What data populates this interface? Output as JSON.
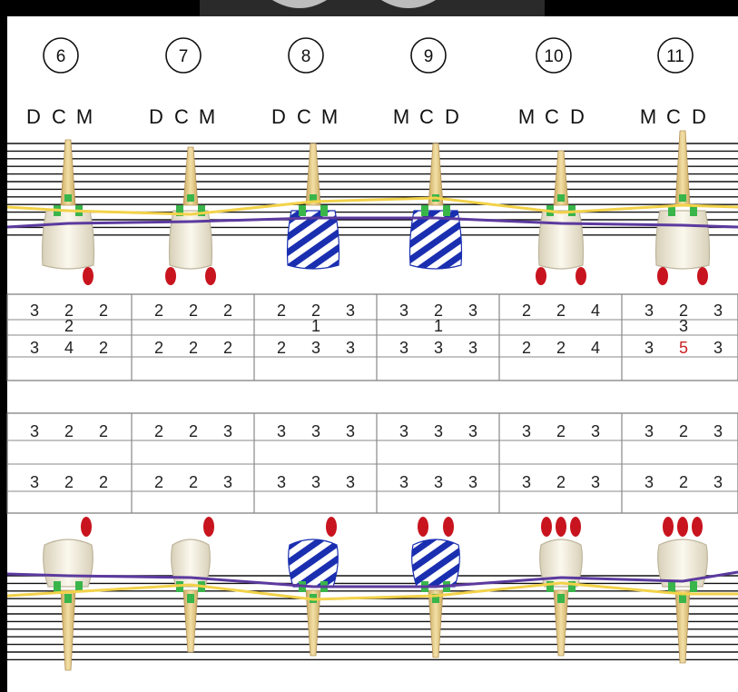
{
  "teeth": [
    {
      "number": "6",
      "letters": [
        "D",
        "C",
        "M"
      ],
      "upper": [
        "3",
        "2",
        "2"
      ],
      "upper_mid": [
        "",
        "2",
        ""
      ],
      "upper_low": [
        "3",
        "4",
        "2"
      ],
      "upper_extra": "",
      "lower_top": [
        "3",
        "2",
        "2"
      ],
      "lower_bottom": [
        "3",
        "2",
        "2"
      ],
      "upper_implant": false,
      "lower_implant": false,
      "upper_bleed": 1,
      "lower_bleed": 1
    },
    {
      "number": "7",
      "letters": [
        "D",
        "C",
        "M"
      ],
      "upper": [
        "2",
        "2",
        "2"
      ],
      "upper_mid": [
        "",
        "",
        ""
      ],
      "upper_low": [
        "2",
        "2",
        "2"
      ],
      "upper_extra": "",
      "lower_top": [
        "2",
        "2",
        "3"
      ],
      "lower_bottom": [
        "2",
        "2",
        "3"
      ],
      "upper_implant": false,
      "lower_implant": false,
      "upper_bleed": 2,
      "lower_bleed": 1
    },
    {
      "number": "8",
      "letters": [
        "D",
        "C",
        "M"
      ],
      "upper": [
        "2",
        "2",
        "3"
      ],
      "upper_mid": [
        "",
        "1",
        ""
      ],
      "upper_low": [
        "2",
        "3",
        "3"
      ],
      "upper_extra": "",
      "lower_top": [
        "3",
        "3",
        "3"
      ],
      "lower_bottom": [
        "3",
        "3",
        "3"
      ],
      "upper_implant": true,
      "lower_implant": true,
      "upper_bleed": 0,
      "lower_bleed": 1
    },
    {
      "number": "9",
      "letters": [
        "M",
        "C",
        "D"
      ],
      "upper": [
        "3",
        "2",
        "3"
      ],
      "upper_mid": [
        "",
        "1",
        ""
      ],
      "upper_low": [
        "3",
        "3",
        "3"
      ],
      "upper_extra": "",
      "lower_top": [
        "3",
        "3",
        "3"
      ],
      "lower_bottom": [
        "3",
        "3",
        "3"
      ],
      "upper_implant": true,
      "lower_implant": true,
      "upper_bleed": 0,
      "lower_bleed": 2
    },
    {
      "number": "10",
      "letters": [
        "M",
        "C",
        "D"
      ],
      "upper": [
        "2",
        "2",
        "4"
      ],
      "upper_mid": [
        "",
        "",
        ""
      ],
      "upper_low": [
        "2",
        "2",
        "4"
      ],
      "upper_extra": "",
      "lower_top": [
        "3",
        "2",
        "3"
      ],
      "lower_bottom": [
        "3",
        "2",
        "3"
      ],
      "upper_implant": false,
      "lower_implant": false,
      "upper_bleed": 2,
      "lower_bleed": 3
    },
    {
      "number": "11",
      "letters": [
        "M",
        "C",
        "D"
      ],
      "upper": [
        "3",
        "2",
        "3"
      ],
      "upper_mid": [
        "",
        "3",
        ""
      ],
      "upper_low": [
        "3",
        "5",
        "3"
      ],
      "upper_extra": "",
      "lower_top": [
        "3",
        "2",
        "3"
      ],
      "lower_bottom": [
        "3",
        "2",
        "3"
      ],
      "upper_implant": false,
      "lower_implant": false,
      "upper_bleed": 2,
      "lower_bleed": 3
    }
  ],
  "highlight": {
    "tooth": "11",
    "row": "upper_low",
    "index": 1,
    "color": "#cc2222"
  },
  "colors": {
    "gingival_line": "#f2d24a",
    "attachment_line": "#5b3a9e",
    "implant_stripe": "#1a2fb0",
    "bleeding": "#c8141e",
    "gum_band": "#39b54a",
    "root": "#e6cc8a",
    "crown": "#f2ecdc"
  }
}
